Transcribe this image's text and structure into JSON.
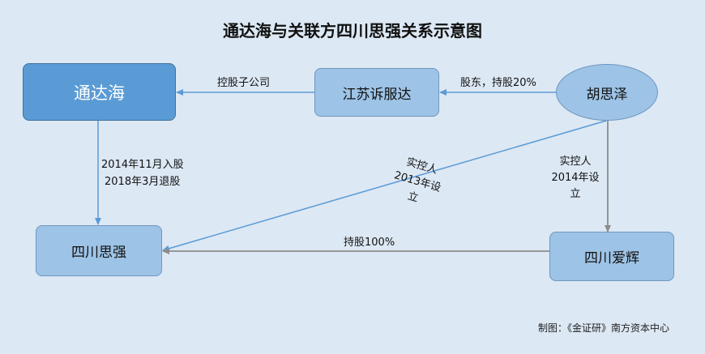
{
  "title": "通达海与关联方四川思强关系示意图",
  "nodes": {
    "tongdahai": "通达海",
    "jiangsu": "江苏诉服达",
    "huisize": "胡思泽",
    "sichuan_siqiang": "四川思强",
    "sichuan_aihui": "四川爱辉"
  },
  "edges": {
    "holding_sub": "控股子公司",
    "shareholder": "股东，持股20%",
    "join_line1": "2014年11月入股",
    "join_line2": "2018年3月退股",
    "ctrl_2013_line1": "实控人",
    "ctrl_2013_line2": "2013年设",
    "ctrl_2013_line3": "立",
    "ctrl_2014_line1": "实控人",
    "ctrl_2014_line2": "2014年设",
    "ctrl_2014_line3": "立",
    "hold_100": "持股100%"
  },
  "source": "制图：《金证研》南方资本中心",
  "colors": {
    "background": "#dce8f4",
    "node_fill": "#9dc3e6",
    "main_node_fill": "#5b9bd5",
    "arrow_blue": "#5b9bd5",
    "arrow_gray": "#8c8c8c"
  }
}
